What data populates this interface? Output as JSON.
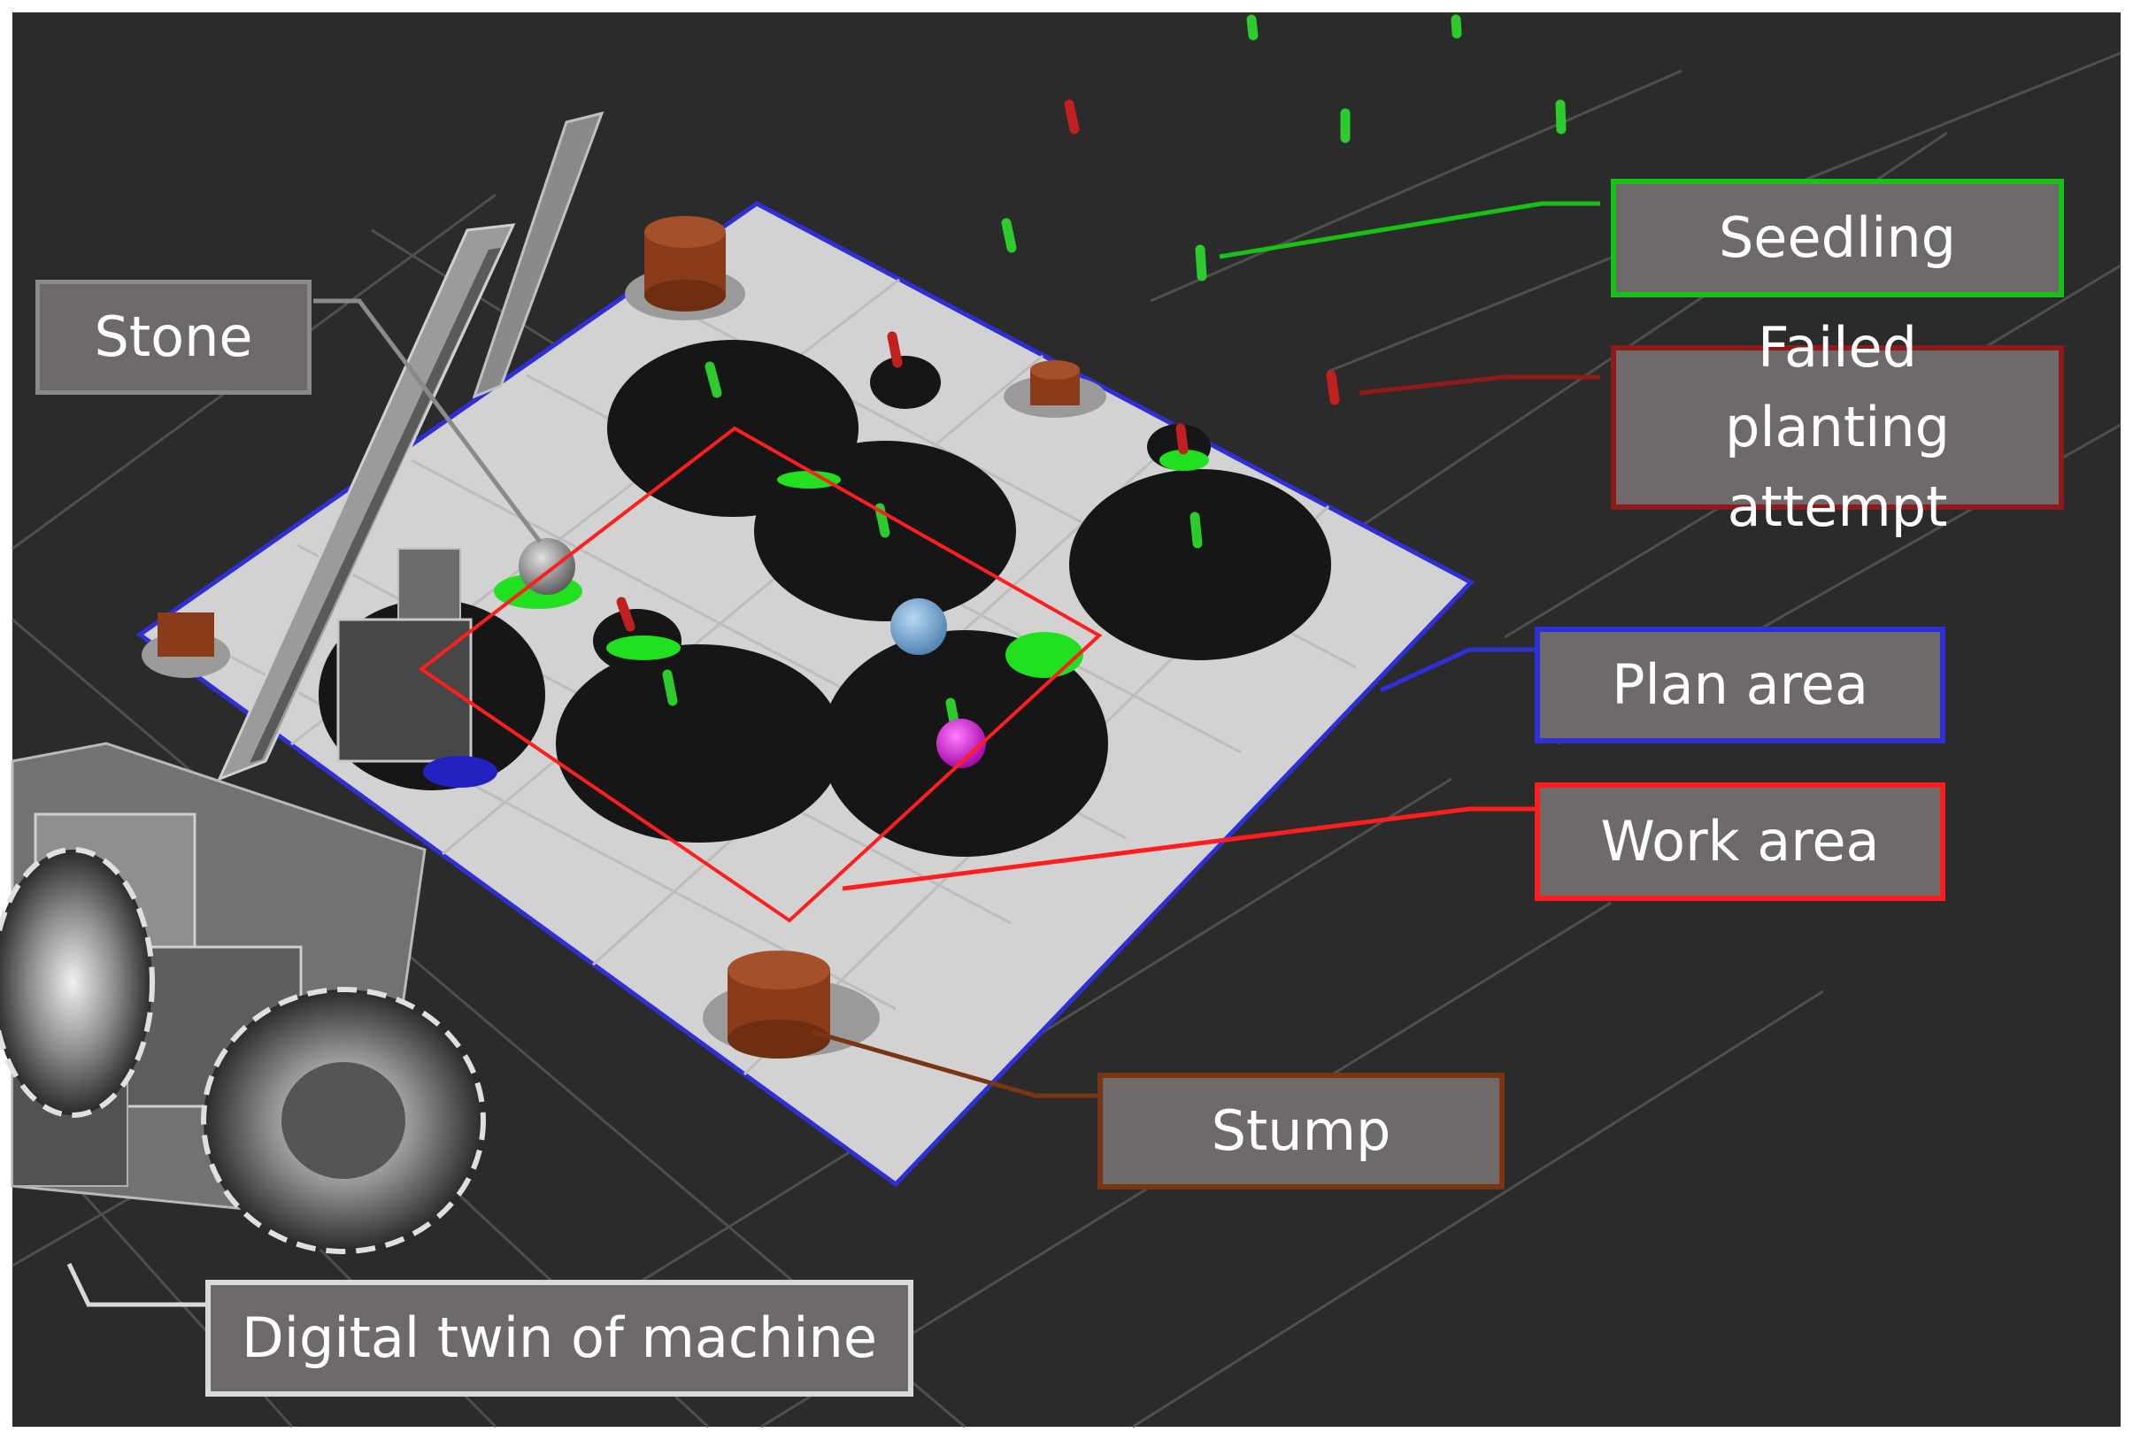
{
  "labels": {
    "stone": "Stone",
    "seedling": "Seedling",
    "failed_planting": "Failed planting attempt",
    "plan_area": "Plan area",
    "work_area": "Work area",
    "stump": "Stump",
    "digital_twin": "Digital twin of machine"
  },
  "colors": {
    "background": "#2b2b2b",
    "grid": "#505050",
    "plan_area_fill": "#d4d4d4",
    "plan_area_border": "#2f2fd8",
    "work_area_border": "#ff1e1e",
    "seedling_border": "#16c216",
    "failed_border": "#8e1a1a",
    "stump_border": "#7a3514",
    "twin_border": "#d9d9d9",
    "label_fill": "#6e6a6a",
    "soil_patch": "#161616",
    "stump_fill": "#8a3c1a",
    "seedling_marker": "#2bcc2b",
    "failed_marker": "#c02020",
    "target_ball": "#7aaedc",
    "goal_ball": "#d21ad2",
    "stone_ball": "#9a9a9a"
  }
}
